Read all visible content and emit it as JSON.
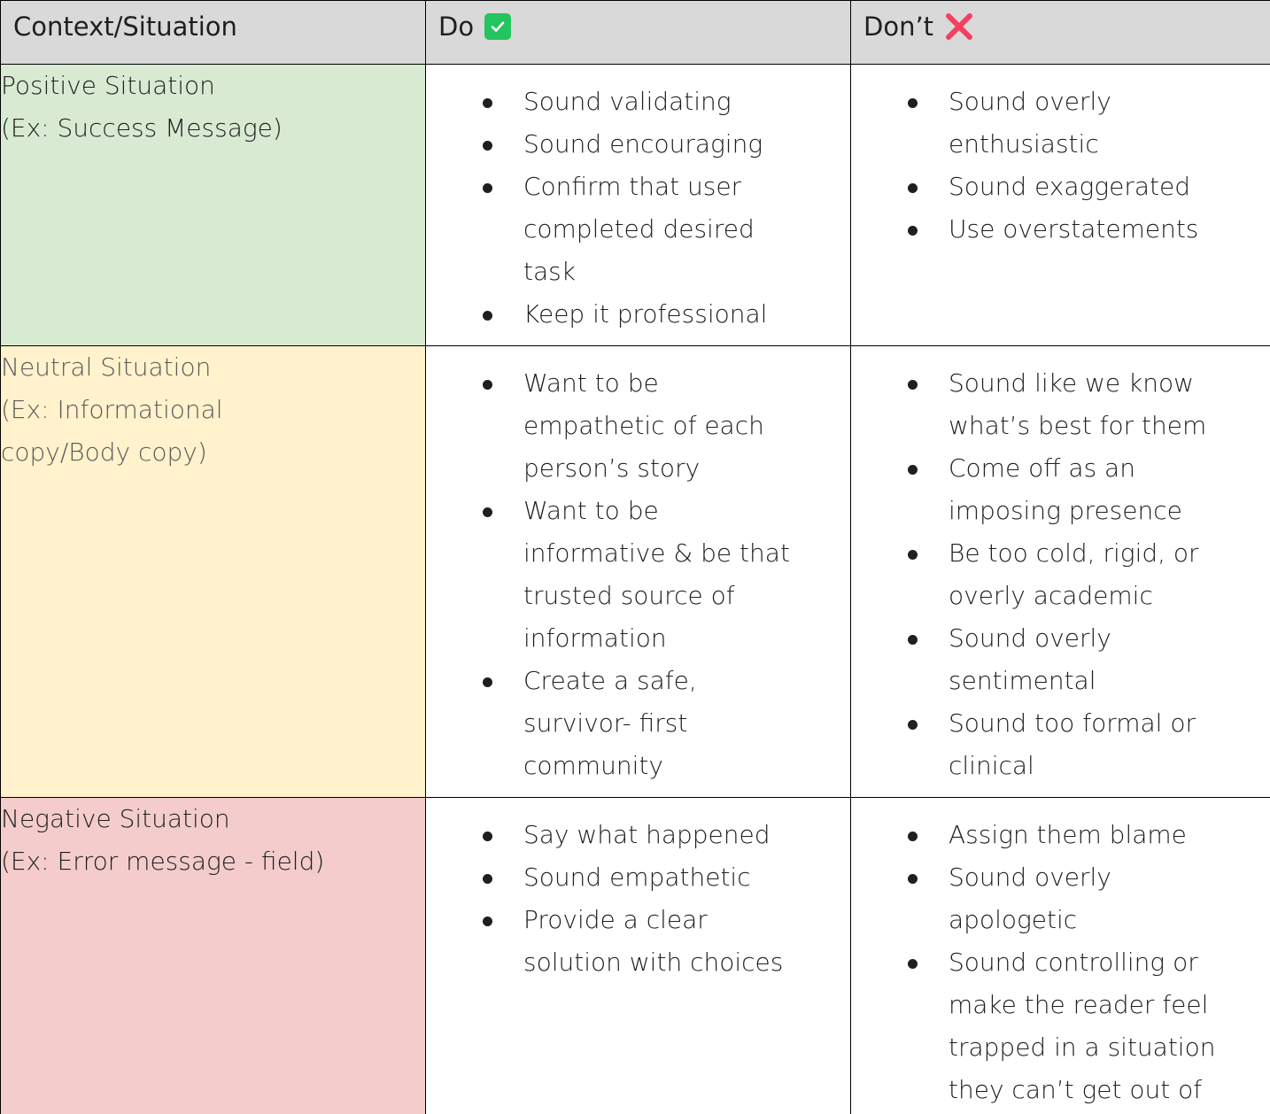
{
  "headers": {
    "context": "Context/Situation",
    "do": "Do",
    "dont": "Don’t"
  },
  "colors": {
    "header_bg": "#d9d9d9",
    "positive_bg": "#d9ead3",
    "neutral_bg": "#fff2cc",
    "negative_bg": "#f4cccc",
    "check_green": "#22c55e",
    "x_red": "#f43f5e",
    "neutral_text": "#5a5a5a"
  },
  "icons": {
    "do": "check-mark-button-icon",
    "dont": "cross-mark-icon"
  },
  "rows": [
    {
      "context": [
        "Positive Situation",
        "(Ex: Success Message)"
      ],
      "do": [
        [
          "Sound validating"
        ],
        [
          "Sound encouraging"
        ],
        [
          "Confirm that user",
          "completed desired",
          "task"
        ],
        [
          "Keep it professional"
        ]
      ],
      "dont": [
        [
          "Sound overly",
          "enthusiastic"
        ],
        [
          "Sound exaggerated"
        ],
        [
          "Use overstatements"
        ]
      ]
    },
    {
      "context": [
        "Neutral Situation",
        "(Ex: Informational",
        "copy/Body copy)"
      ],
      "do": [
        [
          "Want to be",
          "empathetic of each",
          "person’s story"
        ],
        [
          "Want to be",
          "informative & be that",
          "trusted source of",
          "information"
        ],
        [
          "Create a safe,",
          "survivor- first",
          "community"
        ]
      ],
      "dont": [
        [
          "Sound like we know",
          "what’s best for them"
        ],
        [
          "Come off as an",
          "imposing presence"
        ],
        [
          "Be too cold, rigid, or",
          "overly academic"
        ],
        [
          "Sound overly",
          "sentimental"
        ],
        [
          "Sound too formal or",
          "clinical"
        ]
      ]
    },
    {
      "context": [
        "Negative Situation",
        "(Ex: Error message - field)"
      ],
      "do": [
        [
          "Say what happened"
        ],
        [
          "Sound empathetic"
        ],
        [
          "Provide a clear",
          "solution with choices"
        ]
      ],
      "dont": [
        [
          "Assign them blame"
        ],
        [
          "Sound overly",
          "apologetic"
        ],
        [
          "Sound controlling or",
          "make the reader feel",
          "trapped in a situation",
          "they can’t get out of"
        ]
      ]
    }
  ]
}
